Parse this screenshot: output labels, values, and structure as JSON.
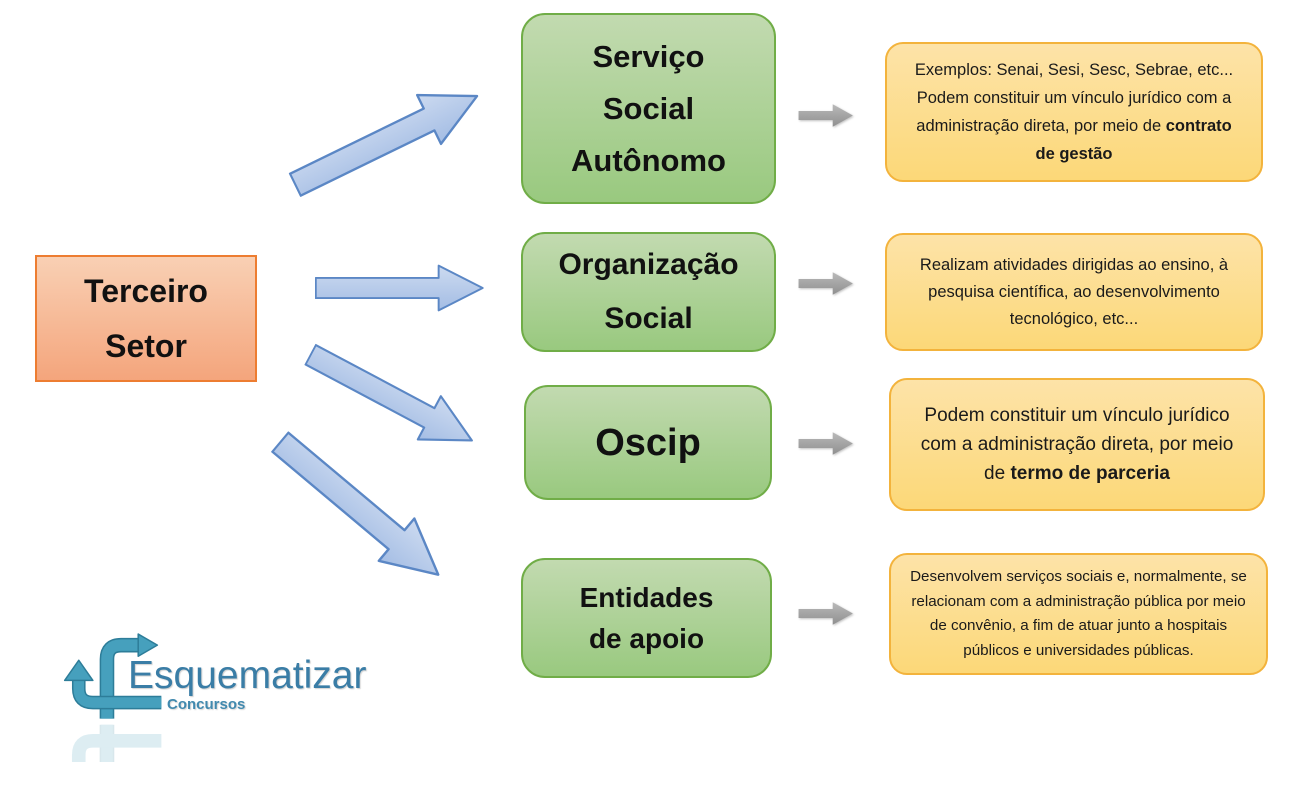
{
  "root": {
    "label": "Terceiro\nSetor"
  },
  "nodes": [
    {
      "label": "Serviço\nSocial\nAutônomo"
    },
    {
      "label": "Organização\nSocial"
    },
    {
      "label": "Oscip"
    },
    {
      "label": "Entidades\nde apoio"
    }
  ],
  "cards": [
    {
      "text": "Exemplos: Senai, Sesi, Sesc, Sebrae, etc... Podem constituir um vínculo jurídico com a administração direta, por meio de ",
      "bold": "contrato de gestão"
    },
    {
      "text": "Realizam atividades dirigidas ao ensino, à pesquisa científica, ao desenvolvimento tecnológico, etc...",
      "bold": ""
    },
    {
      "text": "Podem constituir um vínculo jurídico com a administração direta, por meio de ",
      "bold": "termo de parceria"
    },
    {
      "text": "Desenvolvem serviços sociais e, normalmente, se relacionam com a administração pública por meio de convênio, a fim de atuar junto a hospitais públicos e universidades públicas.",
      "bold": ""
    }
  ],
  "logo": {
    "name": "Esquematizar",
    "subtitle": "Concursos"
  },
  "colors": {
    "root_border": "#ed7d31",
    "root_fill_top": "#f9d0b4",
    "root_fill_bottom": "#f4a57c",
    "node_border": "#70ad47",
    "node_fill_top": "#c2dab0",
    "node_fill_bottom": "#99c97f",
    "card_border": "#f3b33c",
    "card_fill_top": "#fde3a8",
    "card_fill_bottom": "#fcd878",
    "blue_arrow_border": "#5b87c5",
    "blue_arrow_fill_top": "#ccdaf0",
    "blue_arrow_fill_bottom": "#a4bde4",
    "gray_arrow_fill": "#a6a6a6",
    "logo_teal": "#46a0bd",
    "logo_text": "#3a7da6"
  }
}
